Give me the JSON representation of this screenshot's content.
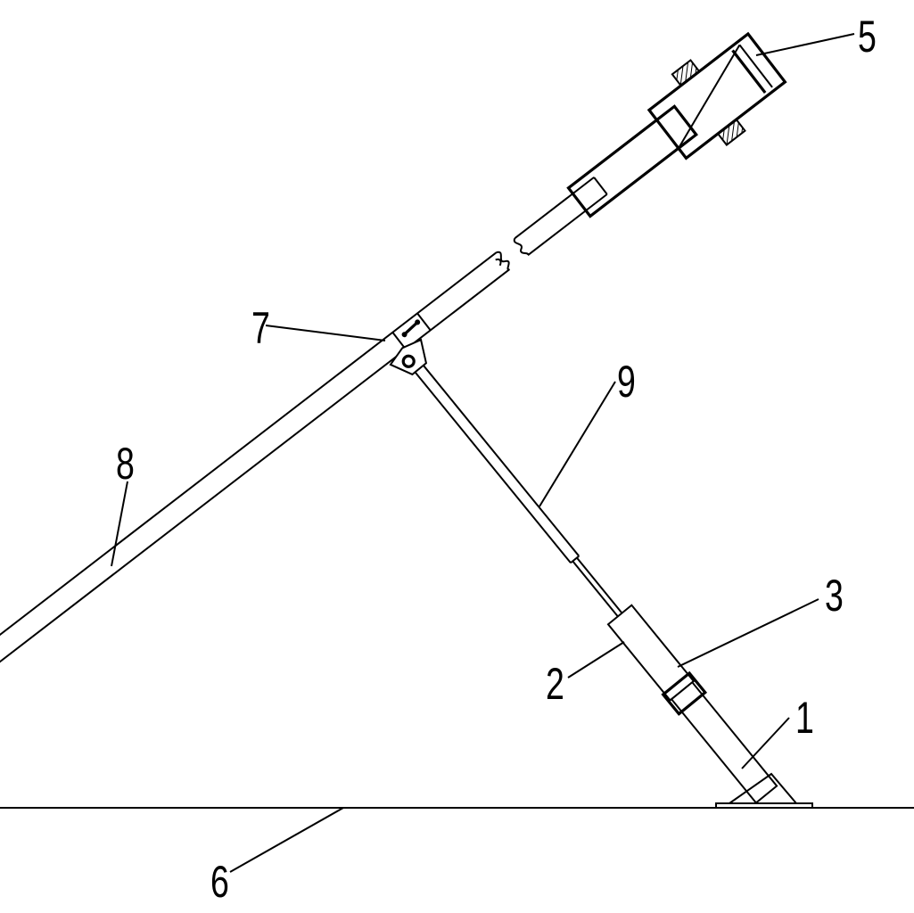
{
  "diagram": {
    "labels": {
      "part_1": "1",
      "part_2": "2",
      "part_3": "3",
      "part_5": "5",
      "part_6": "6",
      "part_7": "7",
      "part_8": "8",
      "part_9": "9"
    },
    "colors": {
      "line": "#000000",
      "background": "#ffffff"
    }
  }
}
